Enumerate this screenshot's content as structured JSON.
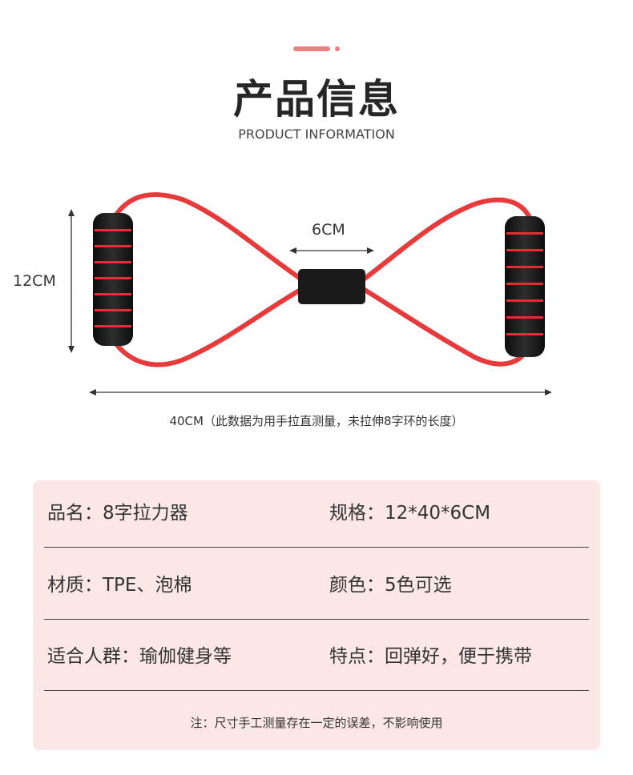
{
  "header": {
    "title": "产品信息",
    "subtitle": "PRODUCT INFORMATION",
    "accent_color": "#ee7f80"
  },
  "product": {
    "image_name": "8-shaped resistance band",
    "tube_color": "#e8393b",
    "foam_color": "#1e1e1e",
    "ring_color": "#e52d2f",
    "dimensions": {
      "width_label": "6CM",
      "height_label": "12CM",
      "length_caption": "40CM（此数据为用手拉直测量，未拉伸8字环的长度）"
    }
  },
  "specs": {
    "background_color": "#fbe7e6",
    "rows": [
      {
        "left": "品名：8字拉力器",
        "right": "规格：12*40*6CM"
      },
      {
        "left": "材质：TPE、泡棉",
        "right": "颜色：5色可选"
      },
      {
        "left": "适合人群：瑜伽健身等",
        "right": "特点：回弹好，便于携带"
      }
    ],
    "note": "注：尺寸手工测量存在一定的误差，不影响使用"
  }
}
